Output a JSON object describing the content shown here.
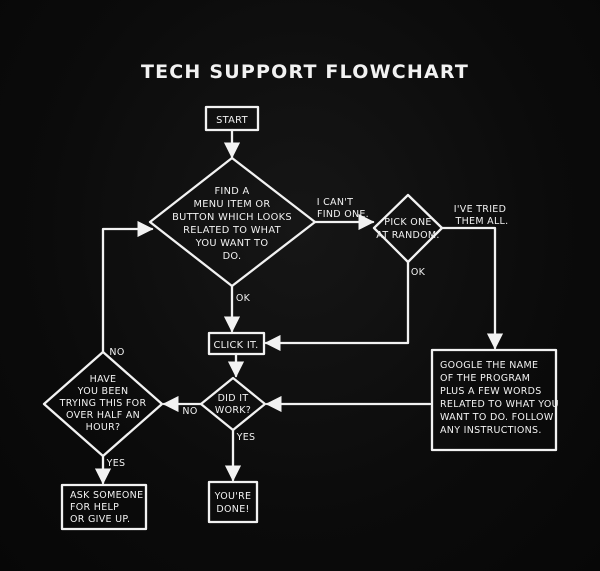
{
  "title": "TECH SUPPORT FLOWCHART",
  "nodes": {
    "start": "START",
    "find": [
      "FIND A",
      "MENU ITEM OR",
      "BUTTON WHICH LOOKS",
      "RELATED TO WHAT",
      "YOU WANT TO",
      "DO."
    ],
    "pick": [
      "PICK ONE",
      "AT RANDOM."
    ],
    "click": "CLICK IT.",
    "work": [
      "DID IT",
      "WORK?"
    ],
    "trying": [
      "HAVE",
      "YOU BEEN",
      "TRYING THIS FOR",
      "OVER HALF AN",
      "HOUR?"
    ],
    "google": [
      "GOOGLE THE NAME",
      "OF THE PROGRAM",
      "PLUS A FEW WORDS",
      "RELATED TO WHAT YOU",
      "WANT TO DO. FOLLOW",
      "ANY INSTRUCTIONS."
    ],
    "ask": [
      "ASK SOMEONE",
      "FOR HELP",
      "OR GIVE UP."
    ],
    "done": [
      "YOU'RE",
      "DONE!"
    ]
  },
  "edges": {
    "cant_find": [
      "I CAN'T",
      "FIND ONE."
    ],
    "tried_all": [
      "I'VE TRIED",
      "THEM ALL."
    ],
    "ok_find": "OK",
    "ok_pick": "OK",
    "no_work": "NO",
    "yes_work": "YES",
    "no_trying": "NO",
    "yes_trying": "YES"
  },
  "colors": {
    "background": "#0b0b0b",
    "ink": "#f2f2f2"
  }
}
